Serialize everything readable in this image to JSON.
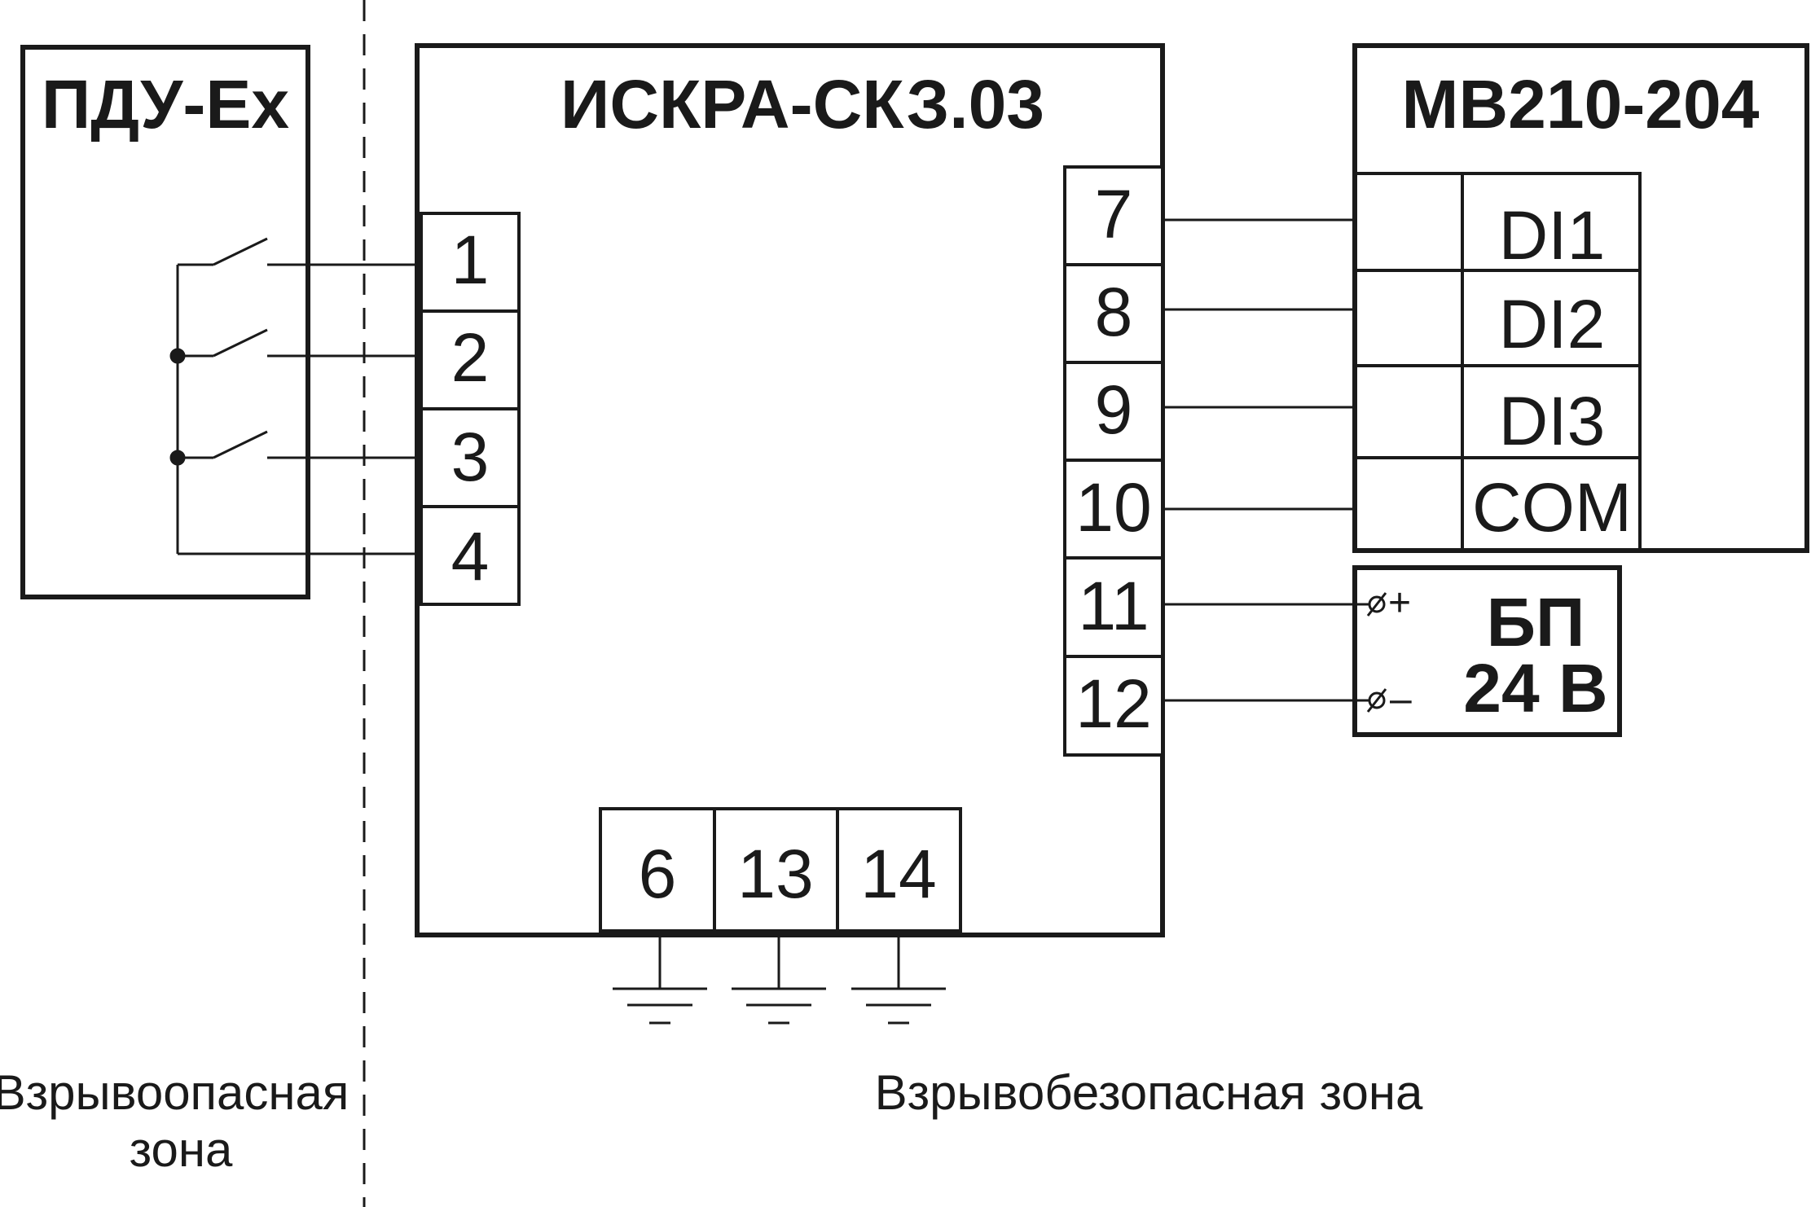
{
  "devices": {
    "pdu": {
      "title": "ПДУ-Ex"
    },
    "iskra": {
      "title": "ИСКРА-СКЗ.03",
      "left_terminals": [
        "1",
        "2",
        "3",
        "4"
      ],
      "right_terminals": [
        "7",
        "8",
        "9",
        "10",
        "11",
        "12"
      ],
      "bottom_terminals": [
        "6",
        "13",
        "14"
      ]
    },
    "mv": {
      "title": "МВ210-204",
      "inputs": [
        "DI1",
        "DI2",
        "DI3",
        "COM"
      ]
    },
    "psu": {
      "title": "БП",
      "voltage": "24 В",
      "plus": "+",
      "minus": "–"
    }
  },
  "zones": {
    "hazardous_line1": "Взрывоопасная",
    "hazardous_line2": "зона",
    "safe": "Взрывобезопасная зона"
  },
  "colors": {
    "stroke": "#1a1a1a",
    "background": "#ffffff"
  }
}
